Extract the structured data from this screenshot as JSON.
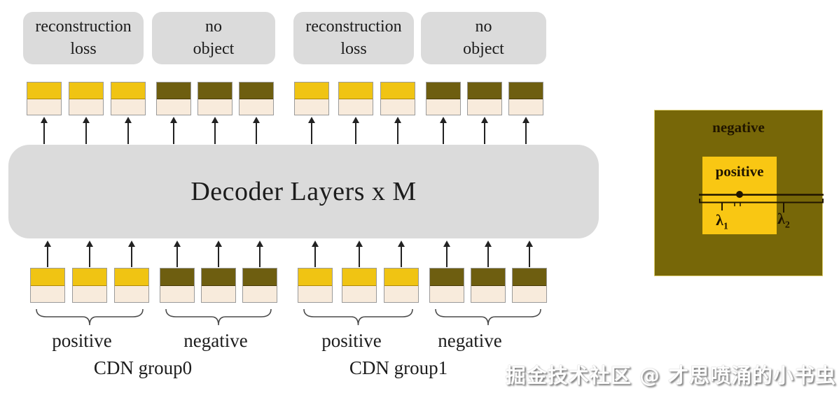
{
  "diagram": {
    "top_labels": [
      {
        "text": "reconstruction\nloss"
      },
      {
        "text": "no\nobject"
      },
      {
        "text": "reconstruction\nloss"
      },
      {
        "text": "no\nobject"
      }
    ],
    "decoder_label": "Decoder Layers x M",
    "token_groups": [
      {
        "group": "CDN group0",
        "type": "positive",
        "count": 3
      },
      {
        "group": "CDN group0",
        "type": "negative",
        "count": 3
      },
      {
        "group": "CDN group1",
        "type": "positive",
        "count": 3
      },
      {
        "group": "CDN group1",
        "type": "negative",
        "count": 3
      }
    ],
    "groups": [
      {
        "name": "CDN group0",
        "positive_label": "positive",
        "negative_label": "negative"
      },
      {
        "name": "CDN group1",
        "positive_label": "positive",
        "negative_label": "negative"
      }
    ],
    "legend": {
      "outer_label": "negative",
      "inner_label": "positive",
      "lambda1": {
        "base": "λ",
        "sub": "1"
      },
      "lambda2": {
        "base": "λ",
        "sub": "2"
      }
    },
    "watermark": "掘金技术社区 @ 才思喷涌的小书虫",
    "colors": {
      "positive_top": "#F0C413",
      "negative_top": "#6E5E10",
      "token_body": "#F8EBDC",
      "panel": "#DBDBDB",
      "legend_outer": "#776708",
      "legend_inner": "#F9C713",
      "legend_ink": "#201500",
      "text": "#1C1C1C",
      "arrow": "#222222"
    }
  }
}
